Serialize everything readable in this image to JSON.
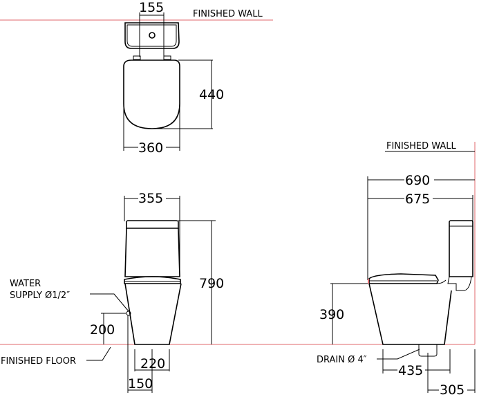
{
  "labels": {
    "finished_wall_top": "FINISHED  WALL",
    "finished_wall_side": "FINISHED  WALL",
    "finished_floor": "FINISHED  FLOOR",
    "water_supply_line1": "WATER",
    "water_supply_line2": "SUPPLY Ø1/2″",
    "drain": "DRAIN Ø 4″"
  },
  "dimensions": {
    "top_view": {
      "outlet_spacing": "155",
      "seat_length": "440",
      "width": "360"
    },
    "front_view": {
      "width": "355",
      "height": "790",
      "supply_height": "200",
      "base_width": "220",
      "supply_offset": "150"
    },
    "side_view": {
      "overall_depth": "690",
      "body_depth": "675",
      "seat_height": "390",
      "drain_to_front": "435",
      "rough_in": "305"
    }
  },
  "colors": {
    "line": "#000000",
    "reference": "#e2676b"
  }
}
